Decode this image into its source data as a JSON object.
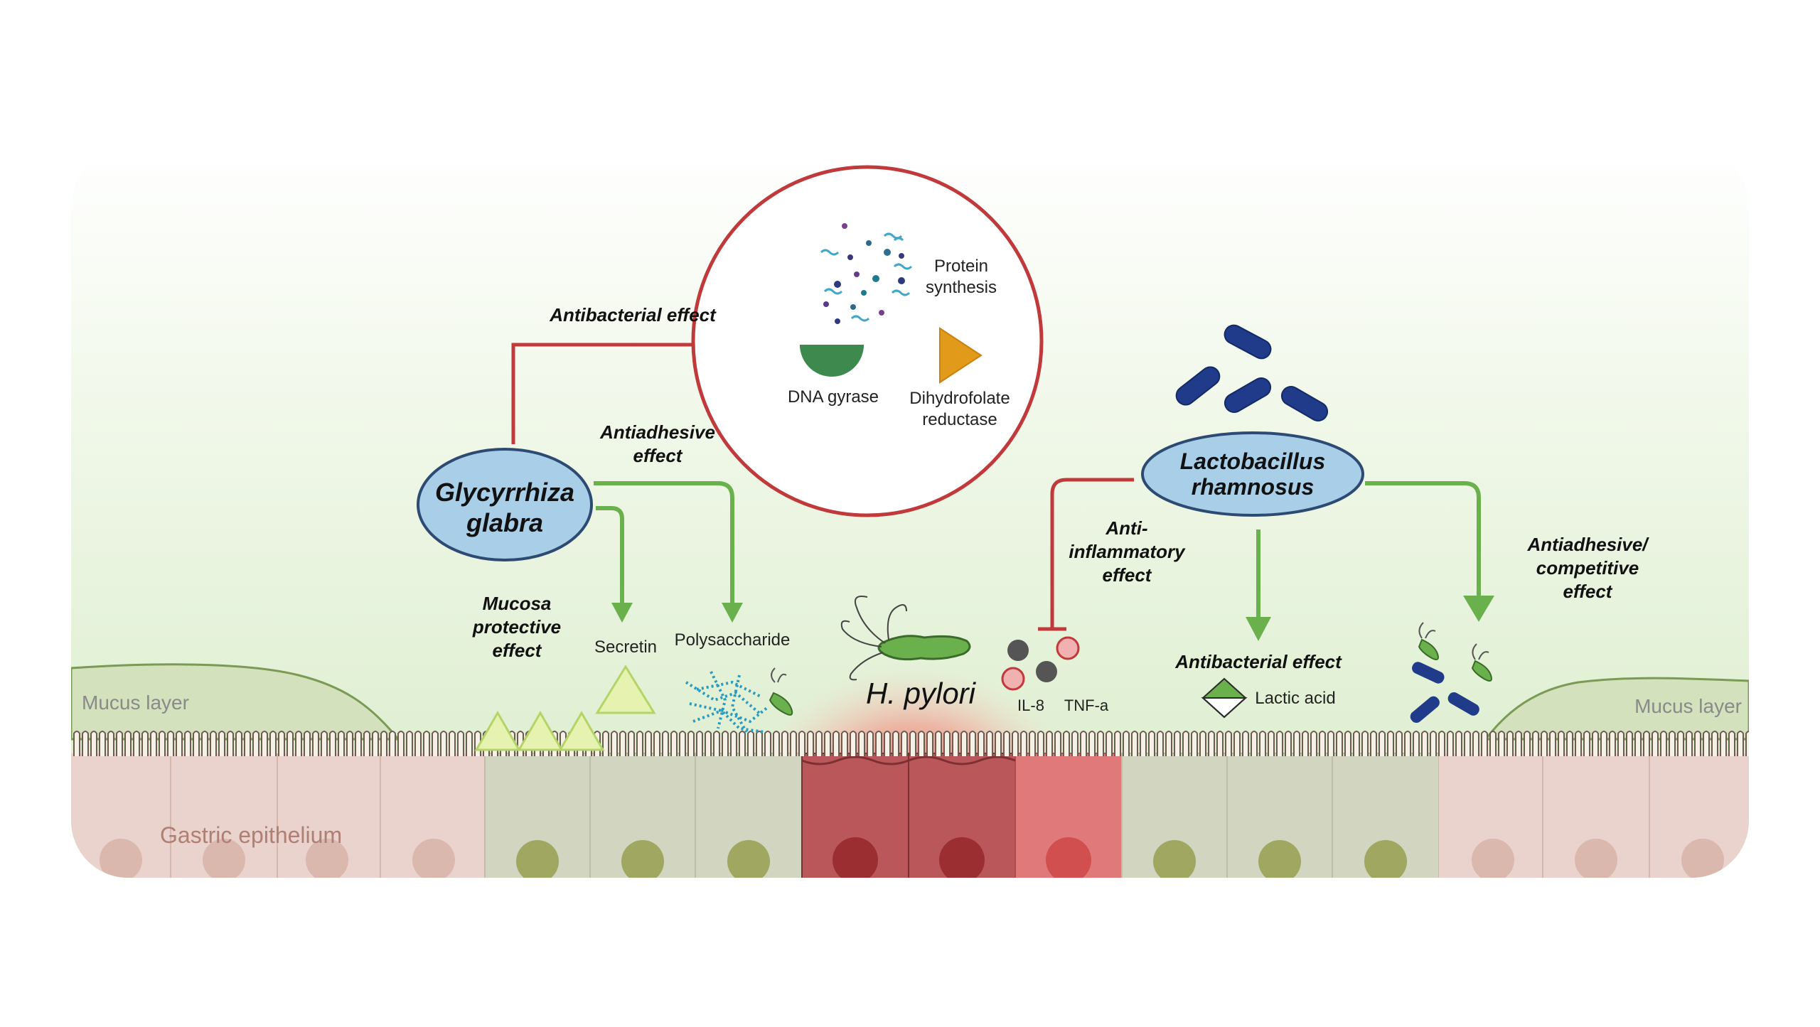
{
  "labels": {
    "glycyrrhiza_line1": "Glycyrrhiza",
    "glycyrrhiza_line2": "glabra",
    "lactobacillus_line1": "Lactobacillus",
    "lactobacillus_line2": "rhamnosus",
    "antibacterial_effect_top": "Antibacterial effect",
    "antiadhesive_line1": "Antiadhesive",
    "antiadhesive_line2": "effect",
    "mucosa_line1": "Mucosa",
    "mucosa_line2": "protective",
    "mucosa_line3": "effect",
    "secretin": "Secretin",
    "polysaccharide": "Polysaccharide",
    "protein_line1": "Protein",
    "protein_line2": "synthesis",
    "dna_gyrase": "DNA gyrase",
    "dhfr_line1": "Dihydrofolate",
    "dhfr_line2": "reductase",
    "h_pylori": "H. pylori",
    "anti_inflam_line1": "Anti-",
    "anti_inflam_line2": "inflammatory",
    "anti_inflam_line3": "effect",
    "il8": "IL-8",
    "tnfa": "TNF-a",
    "antibacterial_effect_right": "Antibacterial effect",
    "lactic_acid": "Lactic acid",
    "antiadh_comp_line1": "Antiadhesive/",
    "antiadh_comp_line2": "competitive",
    "antiadh_comp_line3": "effect",
    "mucus_layer_left": "Mucus layer",
    "mucus_layer_right": "Mucus layer",
    "gastric_epithelium": "Gastric epithelium"
  },
  "colors": {
    "inhibit_red": "#c0393b",
    "promote_green": "#6ab04c",
    "ellipse_fill": "#a9cfe8",
    "ellipse_stroke": "#2d4a73",
    "bacterium_blue": "#1f3b8a",
    "cell_pink": "#e9d3cc",
    "cell_olive": "#d2d6c0",
    "cell_red": "#b9575a"
  },
  "icons": [
    "protein-particles",
    "dna-gyrase-icon",
    "dhfr-triangle-icon",
    "bacteria-rod-icon",
    "h-pylori-icon",
    "secretin-triangle-icon",
    "polysaccharide-icon",
    "cytokine-icon",
    "lactic-acid-diamond-icon"
  ]
}
